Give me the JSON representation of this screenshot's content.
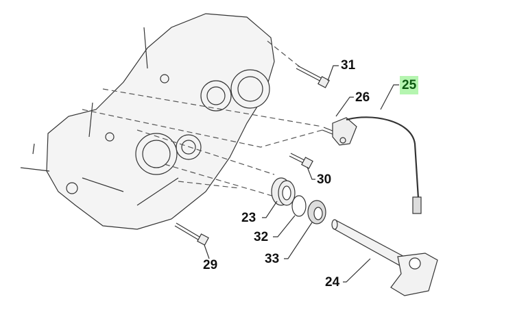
{
  "diagram": {
    "highlight_color": "#b5f5b0",
    "highlighted_part": "25",
    "parts": [
      {
        "id": "p31",
        "number": "31"
      },
      {
        "id": "p26",
        "number": "26"
      },
      {
        "id": "p25",
        "number": "25"
      },
      {
        "id": "p30",
        "number": "30"
      },
      {
        "id": "p23",
        "number": "23"
      },
      {
        "id": "p32",
        "number": "32"
      },
      {
        "id": "p33",
        "number": "33"
      },
      {
        "id": "p29",
        "number": "29"
      },
      {
        "id": "p24",
        "number": "24"
      }
    ]
  }
}
